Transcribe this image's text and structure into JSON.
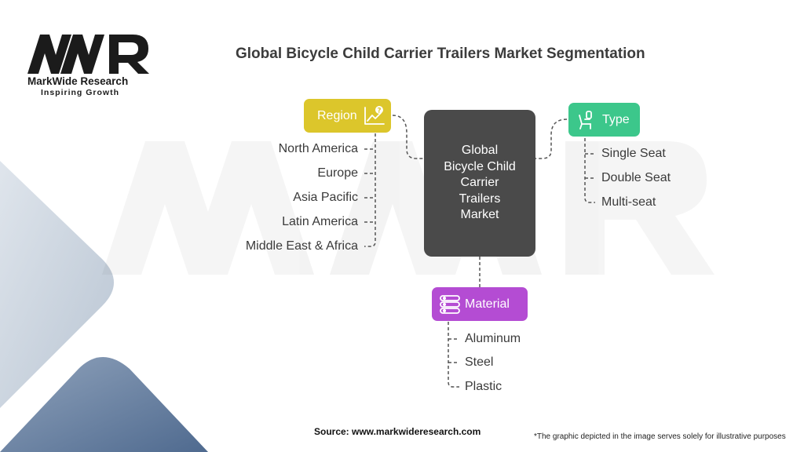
{
  "logo": {
    "monogram": "MWR",
    "brand": "MarkWide Research",
    "tagline": "Inspiring Growth"
  },
  "title": "Global Bicycle Child Carrier Trailers Market Segmentation",
  "center": {
    "label": "Global\nBicycle Child\nCarrier\nTrailers\nMarket"
  },
  "segments": {
    "region": {
      "label": "Region",
      "icon": "chart-question-icon",
      "color": "#dcc62b",
      "items": [
        "North America",
        "Europe",
        "Asia Pacific",
        "Latin America",
        "Middle East & Africa"
      ]
    },
    "type": {
      "label": "Type",
      "icon": "seat-icon",
      "color": "#3cc78b",
      "items": [
        "Single Seat",
        "Double Seat",
        "Multi-seat"
      ]
    },
    "material": {
      "label": "Material",
      "icon": "material-stack-icon",
      "color": "#b44cd3",
      "items": [
        "Aluminum",
        "Steel",
        "Plastic"
      ]
    }
  },
  "footer": {
    "source": "Source: www.markwideresearch.com",
    "disclaimer": "*The graphic depicted in the image serves solely for illustrative purposes"
  },
  "colors": {
    "center_box": "#4a4a4a",
    "deco_light": "#c5cfdb",
    "deco_dark": "#6d84a3"
  }
}
